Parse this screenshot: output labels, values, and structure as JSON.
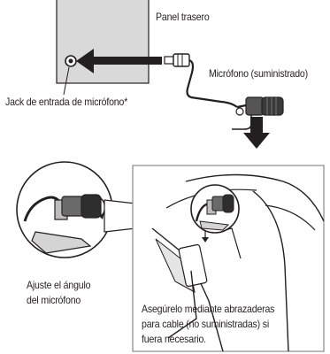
{
  "labels": {
    "rear_panel": "Panel trasero",
    "microphone": "Micrófono (suministrado)",
    "mic_jack": "Jack de entrada de micrófono*",
    "adjust_angle_line1": "Ajuste el ángulo",
    "adjust_angle_line2": "del micrófono",
    "secure_line1": "Asegúrelo mediante abrazaderas",
    "secure_line2": "para cable (no suministradas) si",
    "secure_line3": "fuera necesario."
  }
}
